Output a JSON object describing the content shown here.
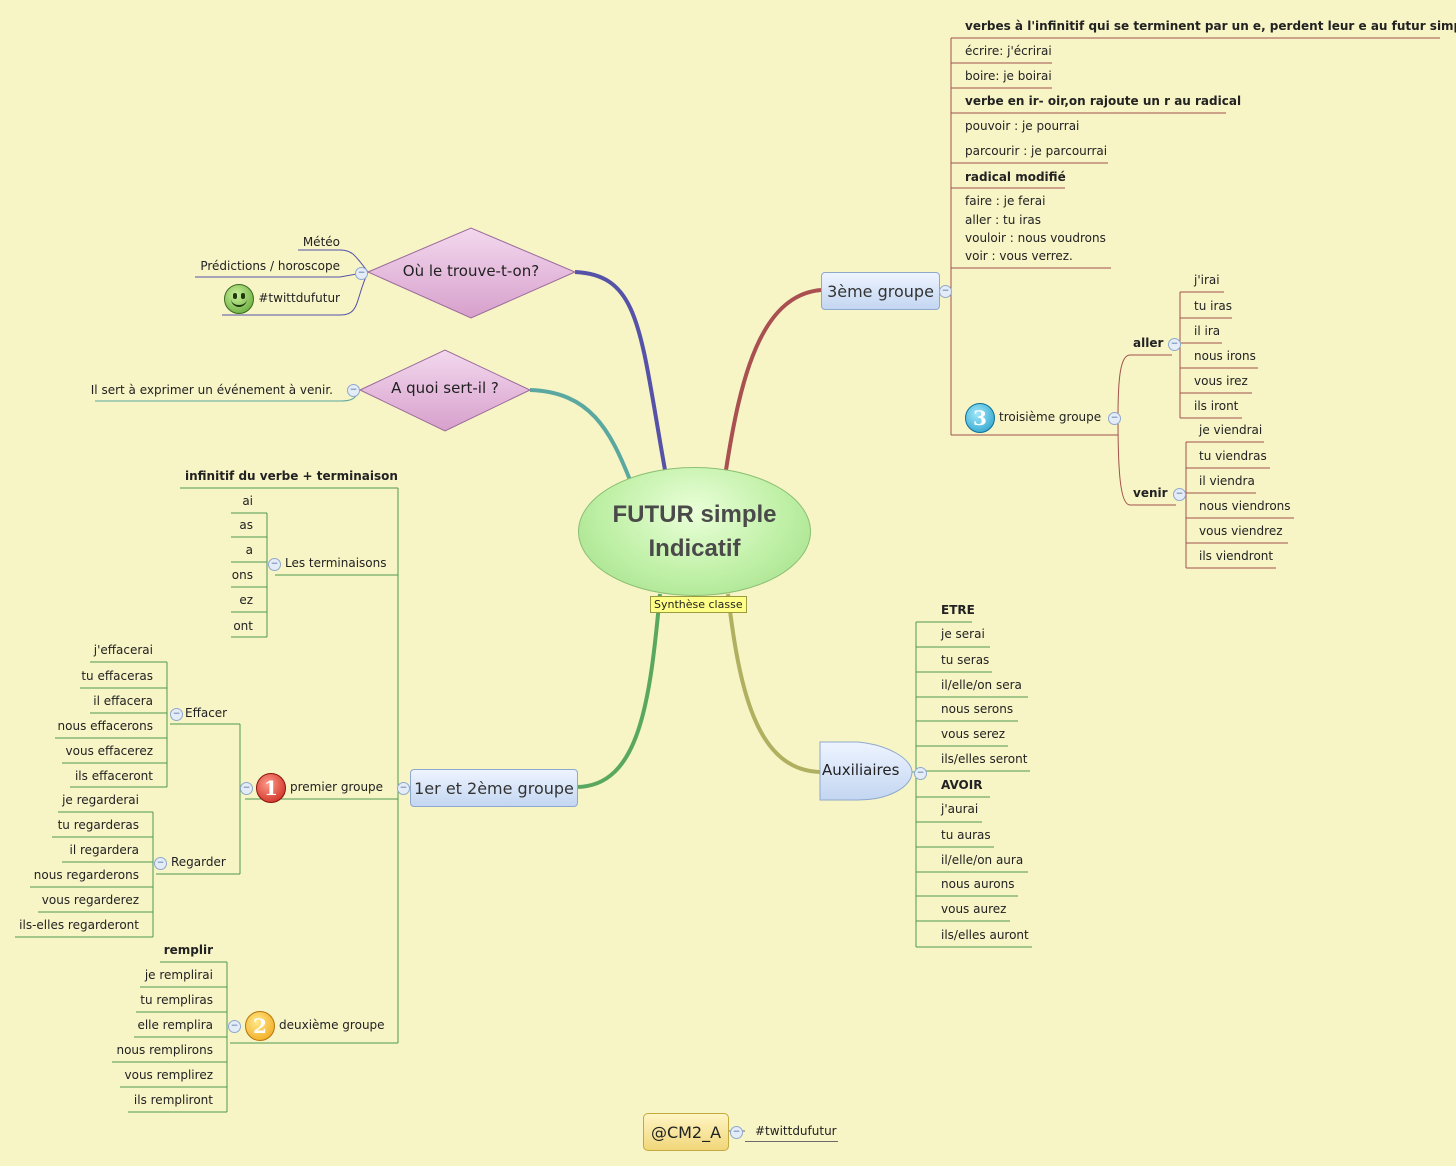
{
  "central": {
    "line1": "FUTUR simple",
    "line2": "Indicatif",
    "sticker": "Synthèse classe"
  },
  "ou": {
    "title": "Où le trouve-t-on?",
    "items": [
      "Météo",
      "Prédictions / horoscope",
      "#twittdufutur"
    ]
  },
  "aquoi": {
    "title": "A quoi sert-il ?",
    "item": "Il sert à exprimer un événement à venir."
  },
  "g3": {
    "title": "3ème groupe",
    "rule1": "verbes à l'infinitif qui se terminent par un e, perdent leur e au futur simple",
    "ex1": [
      "écrire: j'écrirai",
      "boire: je boirai"
    ],
    "rule2": "verbe en ir- oir,on rajoute un r au radical",
    "ex2": [
      "pouvoir : je pourrai",
      "parcourir : je parcourrai"
    ],
    "rule3": "radical modifié",
    "ex3": [
      "faire : je ferai",
      "aller : tu iras",
      "vouloir : nous voudrons",
      "voir : vous verrez."
    ],
    "troisieme": "troisième groupe",
    "aller": "aller",
    "aller_forms": [
      "j'irai",
      "tu iras",
      "il ira",
      "nous irons",
      "vous irez",
      "ils iront"
    ],
    "venir": "venir",
    "venir_forms": [
      "je viendrai",
      "tu viendras",
      "il viendra",
      "nous viendrons",
      "vous viendrez",
      "ils viendront"
    ]
  },
  "g12": {
    "title": "1er et 2ème groupe",
    "formula": "infinitif du verbe + terminaison",
    "terminaisons_label": "Les terminaisons",
    "terminaisons": [
      "ai",
      "as",
      "a",
      "ons",
      "ez",
      "ont"
    ],
    "premier": "premier groupe",
    "effacer": "Effacer",
    "effacer_forms": [
      "j'effacerai",
      "tu effaceras",
      "il effacera",
      "nous effacerons",
      "vous effacerez",
      "ils effaceront"
    ],
    "regarder": "Regarder",
    "regarder_forms": [
      "je regarderai",
      "tu regarderas",
      "il regardera",
      "nous regarderons",
      "vous regarderez",
      "ils-elles regarderont"
    ],
    "deuxieme": "deuxième groupe",
    "remplir": "remplir",
    "remplir_forms": [
      "je remplirai",
      "tu rempliras",
      "elle remplira",
      "nous remplirons",
      "vous remplirez",
      "ils rempliront"
    ]
  },
  "aux": {
    "title": "Auxiliaires",
    "etre": "ETRE",
    "etre_forms": [
      "je serai",
      "tu seras",
      "il/elle/on sera",
      "nous serons",
      "vous serez",
      "ils/elles seront"
    ],
    "avoir": "AVOIR",
    "avoir_forms": [
      "j'aurai",
      "tu auras",
      "il/elle/on aura",
      "nous aurons",
      "vous aurez",
      "ils/elles auront"
    ]
  },
  "footer": {
    "handle": "@CM2_A",
    "tag": "#twittdufutur"
  },
  "badges": {
    "one": "1",
    "two": "2",
    "three": "3"
  },
  "colors": {
    "background": "#f7f4c6",
    "branch_ou": "#5552a8",
    "branch_aquoi": "#5aa8a0",
    "branch_g3": "#a95050",
    "branch_g12": "#5aa860",
    "branch_aux": "#b0b060",
    "g3_lines": "#a0524a",
    "g12_lines": "#4f9a4f",
    "aux_lines": "#4f9a4f",
    "ou_lines": "#5552a8"
  }
}
